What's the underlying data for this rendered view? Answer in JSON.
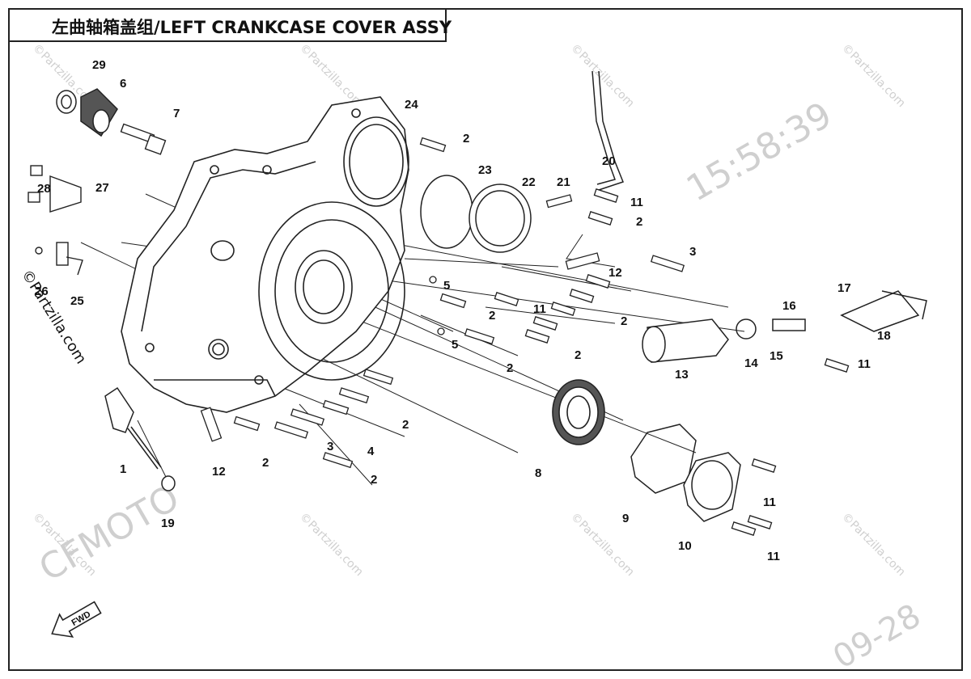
{
  "title": "左曲轴箱盖组/LEFT CRANKCASE COVER ASSY",
  "fwd_label": "FWD",
  "watermarks": {
    "site": "©Partzilla.com",
    "time": "15:58:39",
    "date": "09-28",
    "brand": "CFMOTO"
  },
  "callouts": [
    "1",
    "2",
    "3",
    "4",
    "5",
    "6",
    "7",
    "8",
    "9",
    "10",
    "11",
    "12",
    "13",
    "14",
    "15",
    "16",
    "17",
    "18",
    "19",
    "20",
    "21",
    "22",
    "23",
    "24",
    "25",
    "26",
    "27",
    "28",
    "29"
  ]
}
